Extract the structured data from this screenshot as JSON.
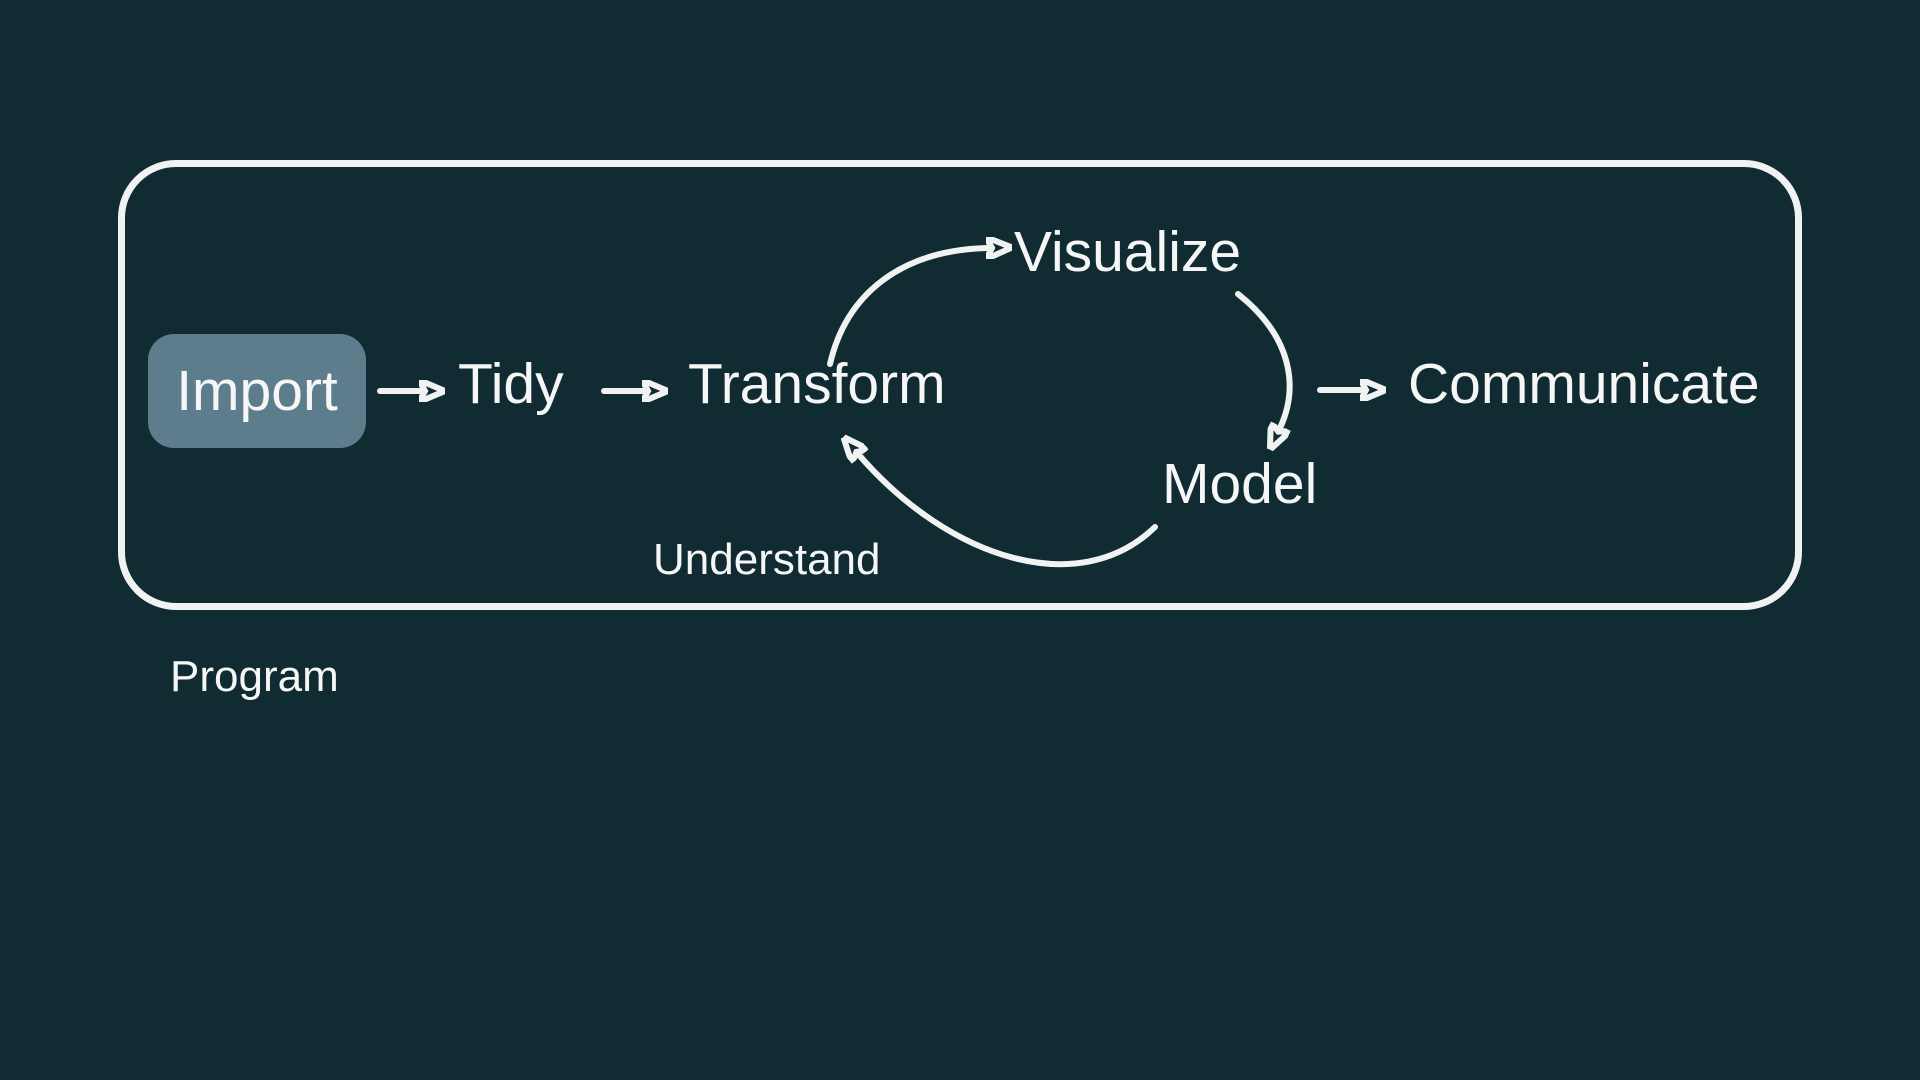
{
  "diagram": {
    "program_label": "Program",
    "understand_label": "Understand",
    "nodes": {
      "import": "Import",
      "tidy": "Tidy",
      "transform": "Transform",
      "visualize": "Visualize",
      "model": "Model",
      "communicate": "Communicate"
    },
    "colors": {
      "background": "#112b33",
      "import_highlight": "#5e7d8c",
      "line": "#f1f3f3",
      "text": "#f5f6f6"
    }
  }
}
